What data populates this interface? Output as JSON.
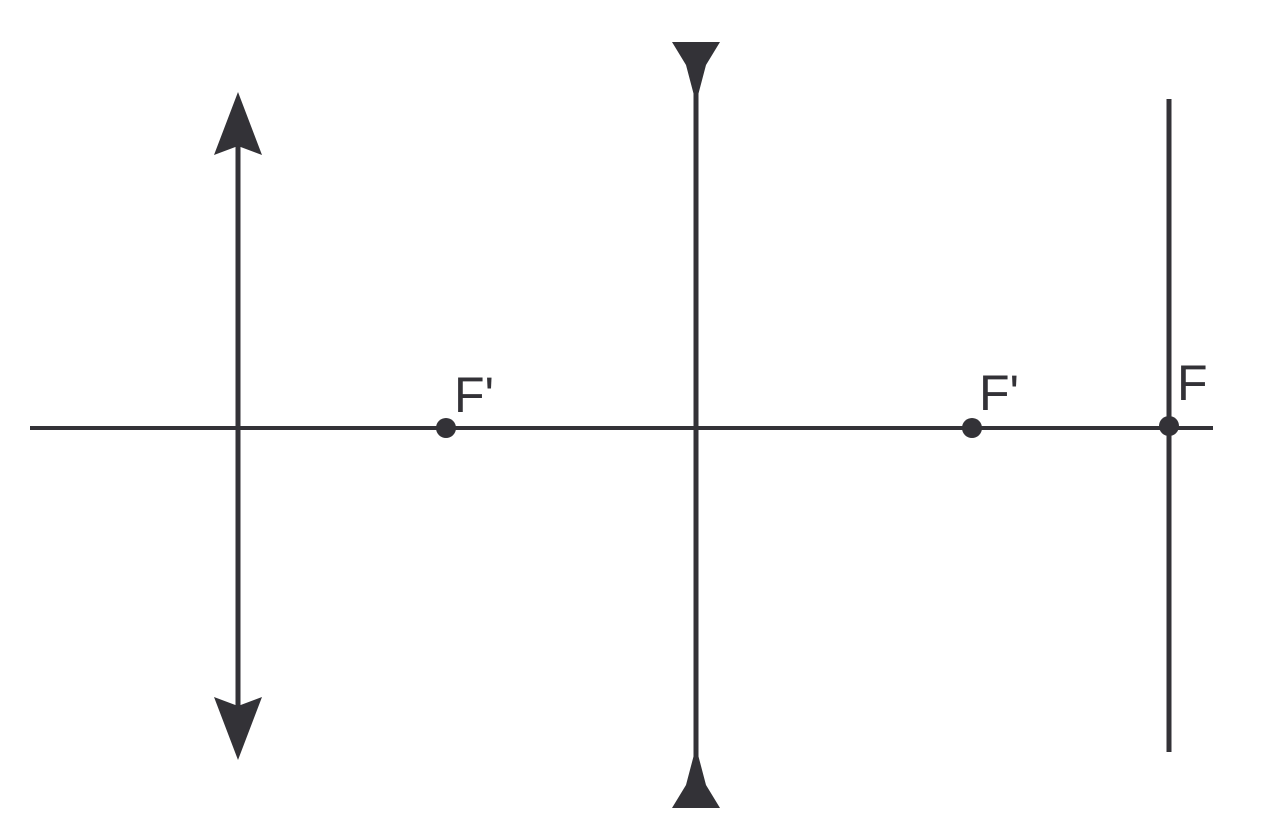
{
  "diagram": {
    "colors": {
      "stroke": "#333237",
      "background": "#ffffff"
    },
    "elements": [
      {
        "kind": "optical-axis"
      },
      {
        "kind": "converging-lens"
      },
      {
        "kind": "diverging-lens"
      },
      {
        "kind": "screen"
      }
    ],
    "labels": {
      "focal_point_1": "F'",
      "focal_point_2": "F'",
      "focal_point_3": "F"
    }
  }
}
